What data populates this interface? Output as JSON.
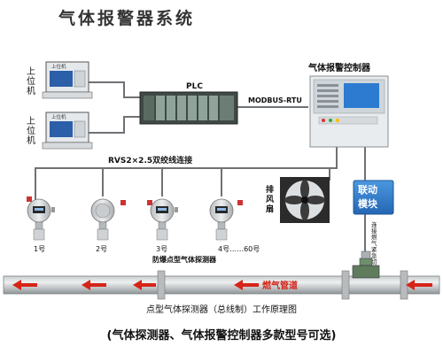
{
  "title": "气体报警器系统",
  "host_computer_label": "上位机",
  "host_computer_screen_label": "上位机",
  "plc_label": "PLC",
  "modbus_label": "MODBUS-RTU",
  "controller_label": "气体报警控制器",
  "cable_label": "RVS2×2.5双绞线连接",
  "fan_label": "排风扇",
  "relay_module_label": "联动模块",
  "valve_label": "连接燃气紧急切断阀",
  "pipe_label": "燃气管道",
  "detector_group_label": "防爆点型气体探测器",
  "detectors": [
    {
      "label": "1号"
    },
    {
      "label": "2号"
    },
    {
      "label": "3号"
    },
    {
      "label": "4号……60号"
    }
  ],
  "caption": "点型气体探测器（总线制）工作原理图",
  "footnote": "(气体探测器、气体报警控制器多款型号可选)",
  "colors": {
    "accent_blue": "#2f79c8",
    "pipe_gray": "#9ea3a6",
    "arrow_red": "#d62418",
    "wire": "#6f7275"
  }
}
